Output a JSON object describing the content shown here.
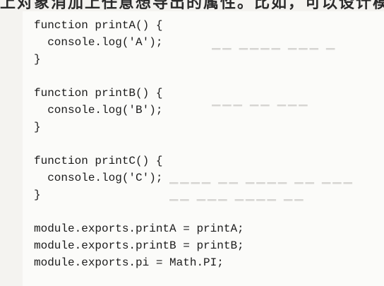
{
  "header_text": "上对象消加上任意想导出的属性。比如，可以设计模块，",
  "code_lines": [
    "function printA() {",
    "  console.log('A');",
    "}",
    "",
    "function printB() {",
    "  console.log('B');",
    "}",
    "",
    "function printC() {",
    "  console.log('C');",
    "}",
    "",
    "module.exports.printA = printA;",
    "module.exports.printB = printB;",
    "module.exports.pi = Math.PI;"
  ]
}
